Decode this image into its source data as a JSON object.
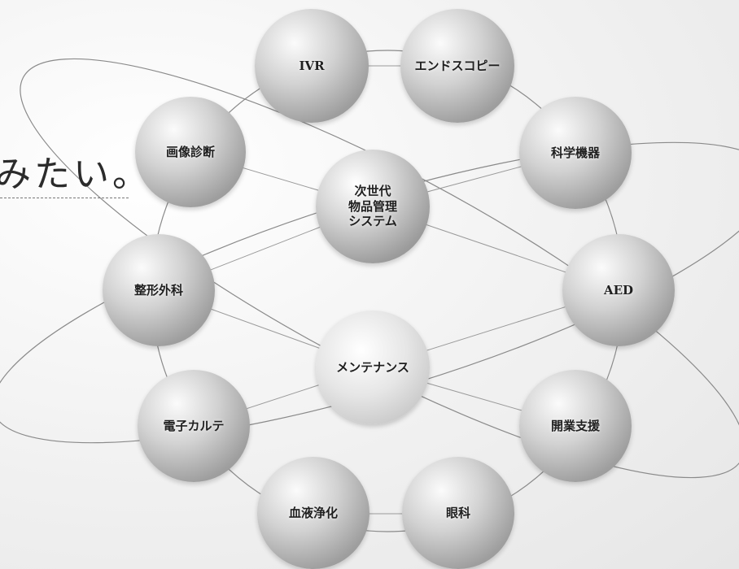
{
  "tagline": "みたい。",
  "nodes": {
    "ivr": "IVR",
    "endoscopy": "エンドスコピー",
    "imaging": "画像診断",
    "scientific": "科学機器",
    "center": "次世代\n物品管理\nシステム",
    "orthopedics": "整形外科",
    "aed": "AED",
    "maintenance": "メンテナンス",
    "emr": "電子カルテ",
    "practice": "開業支援",
    "blood": "血液浄化",
    "ophthalmology": "眼科"
  },
  "colors": {
    "sphere_highlight": "#fbfbfb",
    "sphere_mid": "#d2d2d2",
    "sphere_shadow": "#8c8c8c",
    "line": "#8a8a8a",
    "text": "#1f1f1f"
  }
}
